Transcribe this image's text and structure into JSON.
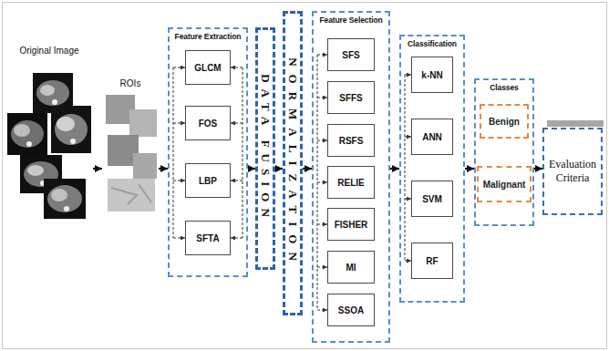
{
  "diagram": {
    "nodes": [
      {
        "text": [
          "Original Image"
        ]
      },
      {
        "text": [
          "ROIs"
        ]
      },
      {
        "text": [
          "Feature Extraction"
        ]
      },
      {
        "text": [
          "GLCM"
        ],
        "in": 2
      },
      {
        "text": [
          "FOS"
        ],
        "in": 2
      },
      {
        "text": [
          "LBP"
        ],
        "in": 2
      },
      {
        "text": [
          "SFTA"
        ],
        "in": 2
      },
      {
        "text": [
          "DATA FUSION"
        ]
      },
      {
        "text": [
          "NORMALIZATION"
        ]
      },
      {
        "text": [
          "Feature Selection"
        ]
      },
      {
        "text": [
          "SFS"
        ],
        "in": 9
      },
      {
        "text": [
          "SFFS"
        ],
        "in": 9
      },
      {
        "text": [
          "RSFS"
        ],
        "in": 9
      },
      {
        "text": [
          "RELIE"
        ],
        "in": 9
      },
      {
        "text": [
          "FISHER"
        ],
        "in": 9
      },
      {
        "text": [
          "MI"
        ],
        "in": 9
      },
      {
        "text": [
          "SSOA"
        ],
        "in": 9
      },
      {
        "text": [
          "Classification"
        ]
      },
      {
        "text": [
          "k-NN"
        ],
        "in": 17
      },
      {
        "text": [
          "ANN"
        ],
        "in": 17
      },
      {
        "text": [
          "SVM"
        ],
        "in": 17
      },
      {
        "text": [
          "RF"
        ],
        "in": 17
      },
      {
        "text": [
          "Classes"
        ]
      },
      {
        "text": [
          "Benign"
        ],
        "in": 22
      },
      {
        "text": [
          "Malignant"
        ],
        "in": 22
      },
      {
        "text": [
          "Evaluation Criteria"
        ]
      }
    ],
    "edges": [
      {
        "from": 0,
        "to": 1,
        "arrow": "to"
      },
      {
        "from": 1,
        "to": 2,
        "arrow": "to"
      },
      {
        "from": 2,
        "to": 7,
        "arrow": "to"
      },
      {
        "from": 7,
        "to": 8,
        "arrow": "to"
      },
      {
        "from": 8,
        "to": 9,
        "arrow": "to"
      },
      {
        "from": 9,
        "to": 17,
        "arrow": "to"
      },
      {
        "from": 17,
        "to": 22,
        "arrow": "to"
      },
      {
        "from": 22,
        "to": 25,
        "arrow": "to"
      }
    ]
  }
}
